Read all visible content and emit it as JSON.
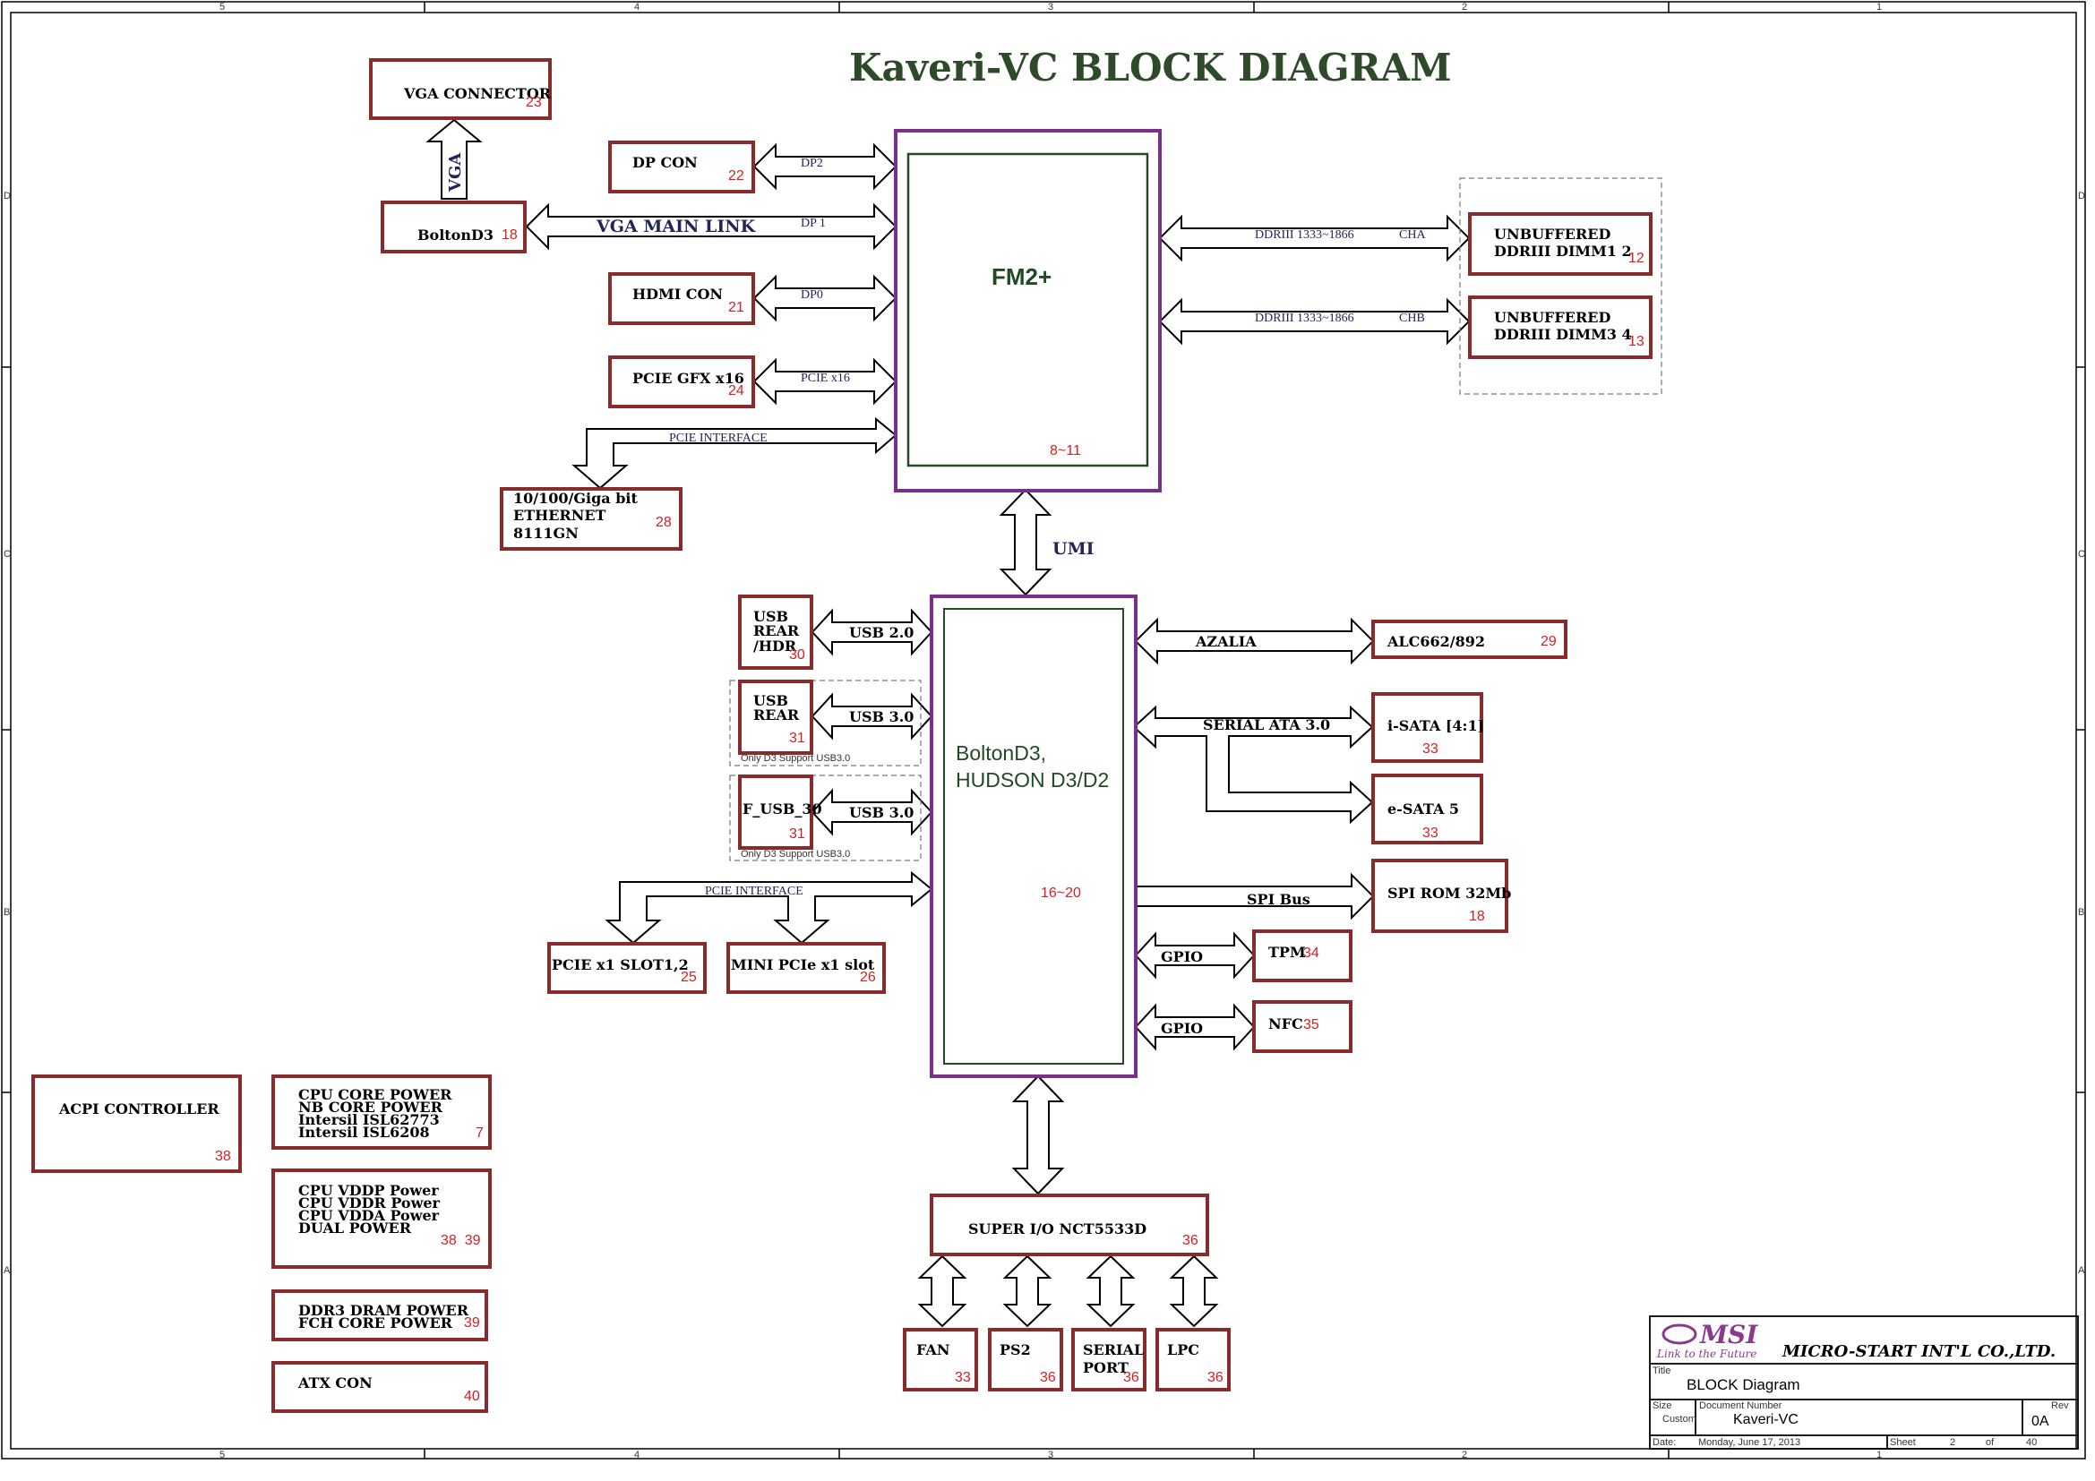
{
  "title": "Kaveri-VC  BLOCK DIAGRAM",
  "colors": {
    "box_border": "#8b2a2a",
    "chip_border": "#7a2f8a",
    "inner_border": "#234a23",
    "number": "#d42020",
    "title": "#2f4a2a"
  },
  "border_labels": {
    "top": [
      "5",
      "4",
      "3",
      "2",
      "1"
    ],
    "left": [
      "D",
      "C",
      "B",
      "A"
    ]
  },
  "chips": {
    "fm2": {
      "name": "FM2+",
      "pages": "8~11"
    },
    "fch": {
      "name_line1": "BoltonD3,",
      "name_line2": "HUDSON D3/D2",
      "pages": "16~20"
    }
  },
  "blocks": {
    "vga_connector": {
      "label": "VGA CONNECTOR",
      "page": "23"
    },
    "boltond3": {
      "label": "BoltonD3",
      "page": "18"
    },
    "dp_con": {
      "label": "DP CON",
      "page": "22"
    },
    "hdmi_con": {
      "label": "HDMI CON",
      "page": "21"
    },
    "pcie_gfx": {
      "label": "PCIE GFX x16",
      "page": "24"
    },
    "ethernet": {
      "line1": "10/100/Giga bit",
      "line2": "ETHERNET",
      "line3": "8111GN",
      "page": "28"
    },
    "dimm12": {
      "line1": "UNBUFFERED",
      "line2": "DDRIII DIMM1 2",
      "page": "12"
    },
    "dimm34": {
      "line1": "UNBUFFERED",
      "line2": "DDRIII DIMM3 4",
      "page": "13"
    },
    "usb_rear_hdr": {
      "line1": "USB",
      "line2": "REAR",
      "line3": "/HDR",
      "page": "30"
    },
    "usb_rear": {
      "line1": "USB",
      "line2": "REAR",
      "page": "31"
    },
    "f_usb30": {
      "label": "F_USB_30",
      "page": "31"
    },
    "pcie_x1": {
      "label": "PCIE x1 SLOT1,2",
      "page": "25"
    },
    "mini_pcie": {
      "label": "MINI PCIe x1 slot",
      "page": "26"
    },
    "alc": {
      "label": "ALC662/892",
      "page": "29"
    },
    "isata": {
      "label": "i-SATA [4:1]",
      "page": "33"
    },
    "esata": {
      "label": "e-SATA 5",
      "page": "33"
    },
    "spi_rom": {
      "label": "SPI ROM 32Mb",
      "page": "18"
    },
    "tpm": {
      "label": "TPM",
      "page": "34"
    },
    "nfc": {
      "label": "NFC",
      "page": "35"
    },
    "super_io": {
      "label": "SUPER I/O NCT5533D",
      "page": "36"
    },
    "fan": {
      "label": "FAN",
      "page": "33"
    },
    "ps2": {
      "label": "PS2",
      "page": "36"
    },
    "serial_port": {
      "line1": "SERIAL",
      "line2": "PORT",
      "page": "36"
    },
    "lpc": {
      "label": "LPC",
      "page": "36"
    },
    "acpi": {
      "label": "ACPI CONTROLLER",
      "page": "38"
    },
    "cpu_core_power": {
      "lines": [
        "CPU CORE POWER",
        "NB CORE POWER",
        "Intersil ISL62773",
        "Intersil ISL6208"
      ],
      "page": "7"
    },
    "cpu_vddp": {
      "lines": [
        "CPU VDDP Power",
        "CPU VDDR Power",
        "CPU VDDA Power",
        "DUAL POWER"
      ],
      "page": "38  39"
    },
    "ddr3_power": {
      "lines": [
        "DDR3 DRAM POWER",
        "FCH CORE POWER"
      ],
      "page": "39"
    },
    "atx": {
      "label": "ATX CON",
      "page": "40"
    }
  },
  "links": {
    "vga": "VGA",
    "dp2": "DP2",
    "vga_main_link": "VGA MAIN LINK",
    "dp1": "DP 1",
    "dp0": "DP0",
    "pcie_x16": "PCIE x16",
    "pcie_interface_top": "PCIE INTERFACE",
    "ddr_a": "DDRIII 1333~1866",
    "cha": "CHA",
    "ddr_b": "DDRIII 1333~1866",
    "chb": "CHB",
    "umi": "UMI",
    "usb20": "USB 2.0",
    "usb30_a": "USB 3.0",
    "usb30_b": "USB 3.0",
    "only_d3_a": "Only D3 Support USB3.0",
    "only_d3_b": "Only D3 Support USB3.0",
    "pcie_interface_bottom": "PCIE INTERFACE",
    "azalia": "AZALIA",
    "serial_ata": "SERIAL ATA 3.0",
    "spi_bus": "SPI Bus",
    "gpio_a": "GPIO",
    "gpio_b": "GPIO"
  },
  "title_block": {
    "logo": "MSI",
    "slogan": "Link to the Future",
    "company": "MICRO-START INT'L CO.,LTD.",
    "title_caption": "Title",
    "title": "BLOCK Diagram",
    "size_caption": "Size",
    "size": "Custom",
    "docnum_caption": "Document Number",
    "docnum": "Kaveri-VC",
    "rev_caption": "Rev",
    "rev": "0A",
    "date_caption": "Date:",
    "date": "Monday, June 17, 2013",
    "sheet_caption": "Sheet",
    "sheet": "2",
    "of_caption": "of",
    "total": "40"
  }
}
